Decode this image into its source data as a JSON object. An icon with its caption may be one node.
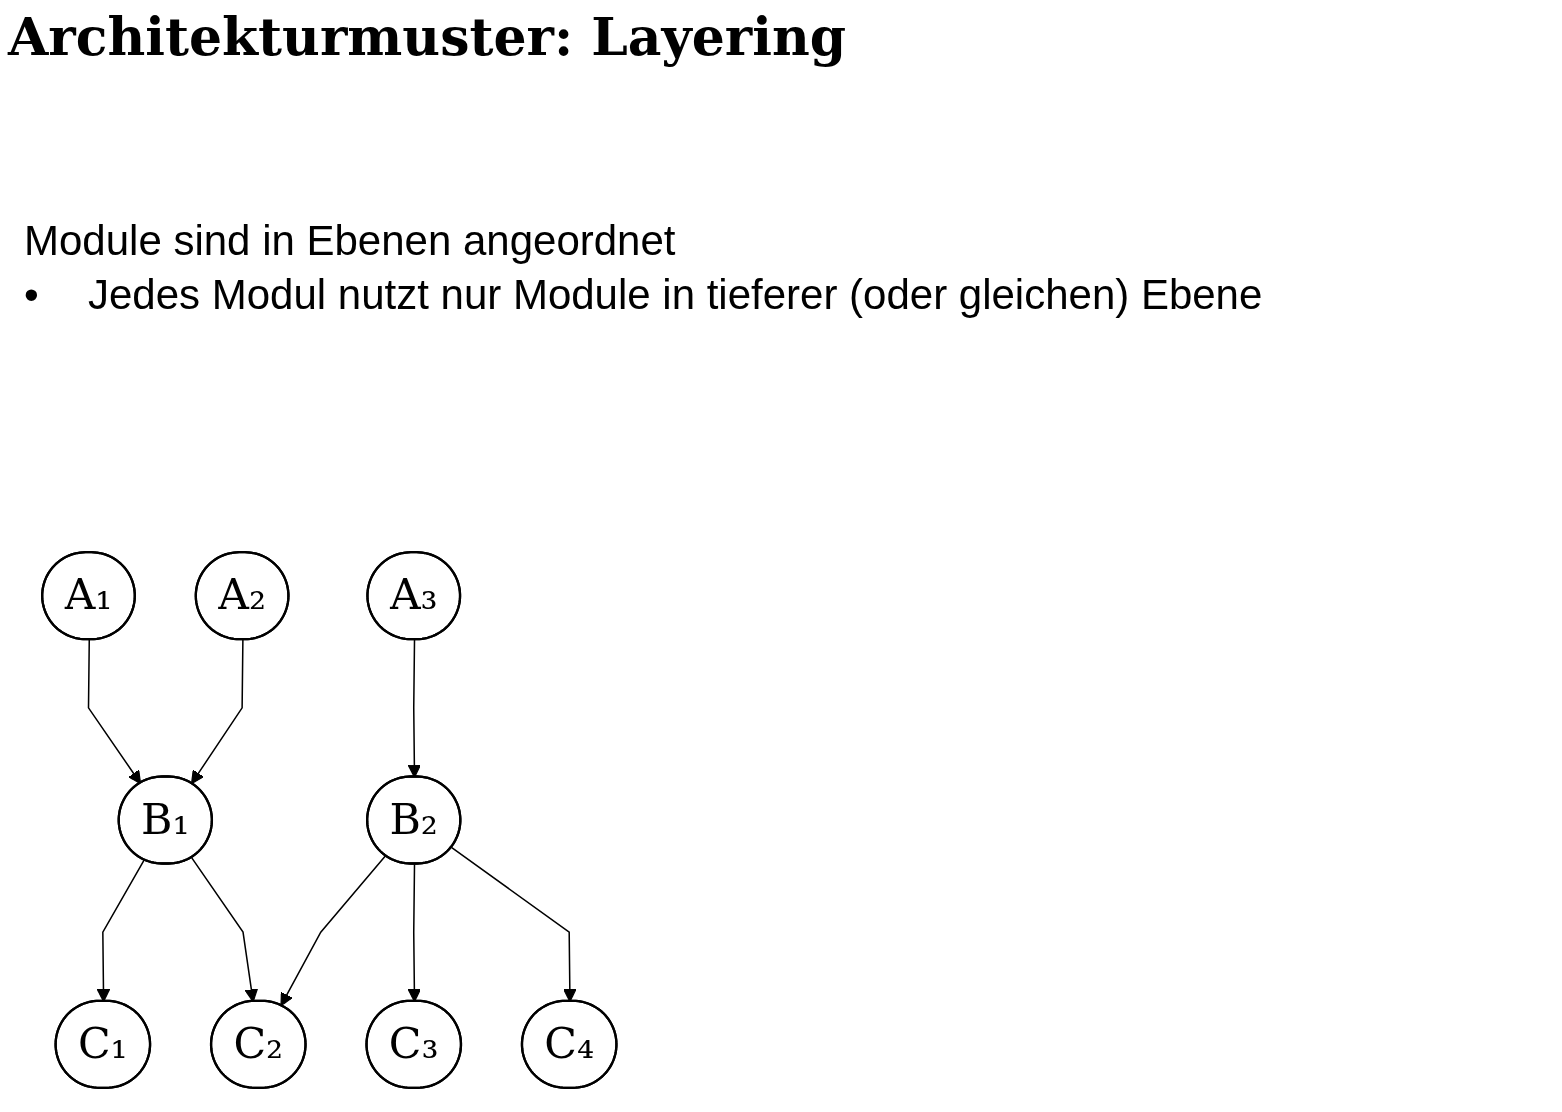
{
  "diagram": {
    "title": "Architekturmuster: Layering",
    "nodes": [
      {
        "text": [
          "A₁"
        ]
      },
      {
        "text": [
          "A₂"
        ]
      },
      {
        "text": [
          "A₃"
        ]
      },
      {
        "text": [
          "B₁"
        ]
      },
      {
        "text": [
          "B₂"
        ]
      },
      {
        "text": [
          "C₁"
        ]
      },
      {
        "text": [
          "C₂"
        ]
      },
      {
        "text": [
          "C₃"
        ]
      },
      {
        "text": [
          "C₄"
        ]
      }
    ],
    "edges": [
      {
        "from": 0,
        "to": 3,
        "arrow": "to"
      },
      {
        "from": 1,
        "to": 3,
        "arrow": "to"
      },
      {
        "from": 2,
        "to": 4,
        "arrow": "to"
      },
      {
        "from": 3,
        "to": 5,
        "arrow": "to"
      },
      {
        "from": 3,
        "to": 6,
        "arrow": "to"
      },
      {
        "from": 4,
        "to": 6,
        "arrow": "to"
      },
      {
        "from": 4,
        "to": 7,
        "arrow": "to"
      },
      {
        "from": 4,
        "to": 8,
        "arrow": "to"
      }
    ],
    "labels": [
      "Module sind in Ebenen angeordnet",
      "•",
      "Jedes Modul nutzt nur Module in tieferer (oder gleichen) Ebene"
    ]
  }
}
